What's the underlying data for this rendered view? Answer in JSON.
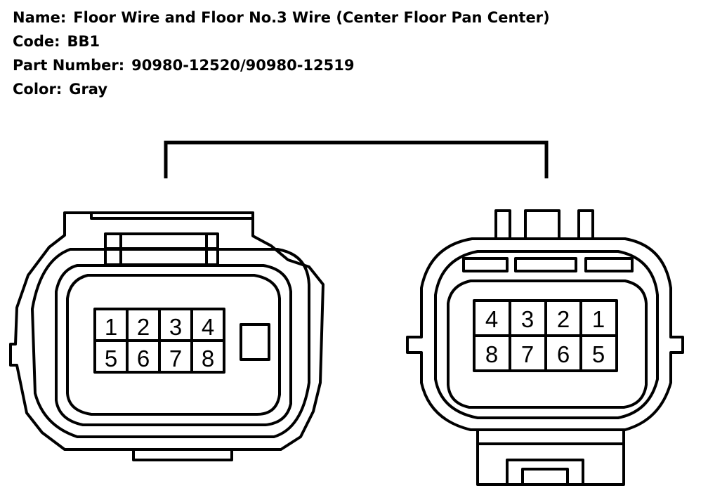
{
  "header": {
    "name_label": "Name:",
    "name_value": "Floor Wire and Floor No.3 Wire (Center Floor Pan Center)",
    "code_label": "Code:",
    "code_value": "BB1",
    "part_label": "Part Number:",
    "part_value": "90980-12520/90980-12519",
    "color_label": "Color:",
    "color_value": "Gray"
  },
  "connectors": {
    "left": {
      "pins_row1": [
        "1",
        "2",
        "3",
        "4"
      ],
      "pins_row2": [
        "5",
        "6",
        "7",
        "8"
      ]
    },
    "right": {
      "pins_row1": [
        "4",
        "3",
        "2",
        "1"
      ],
      "pins_row2": [
        "8",
        "7",
        "6",
        "5"
      ]
    }
  }
}
